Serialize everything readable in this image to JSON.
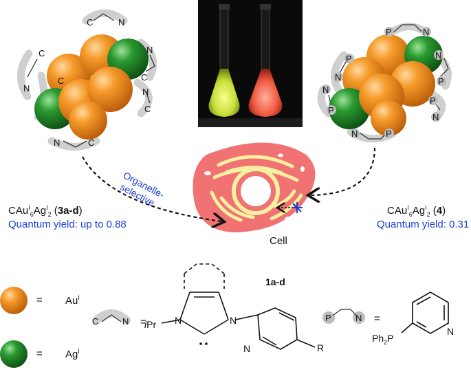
{
  "title_compound_a": {
    "formula_prefix": "CAu",
    "au_sup": "I",
    "au_sub": "6",
    "ag": "Ag",
    "ag_sup": "I",
    "ag_sub": "2",
    "id": "3a-d"
  },
  "title_compound_b": {
    "formula_prefix": "CAu",
    "au_sup": "I",
    "au_sub": "6",
    "ag": "Ag",
    "ag_sup": "I",
    "ag_sub": "2",
    "id": "4"
  },
  "quantum_yield_a": "Quantum yield: up to 0.88",
  "quantum_yield_b": "Quantum yield: 0.31",
  "organelle_line1": "Organelle-",
  "organelle_line2": "selective",
  "cell_label": "Cell",
  "ligand_label": "1a-d",
  "legend": {
    "au_label": "Au",
    "au_sup": "I",
    "ag_label": "Ag",
    "ag_sup": "I",
    "equals": "="
  },
  "atoms": {
    "C": "C",
    "N": "N",
    "P": "P"
  },
  "chem": {
    "ipr_i": "i",
    "ipr_rest": "Pr",
    "r_group": "R",
    "ph2p_ph": "Ph",
    "ph2p_sub": "2",
    "ph2p_p": "P"
  },
  "colors": {
    "gold": "#f08c1e",
    "silver": "#1e8a2a",
    "cell": "#f07070",
    "organelle": "#f7f0a0",
    "arc": "#cccccc",
    "blue_text": "#1a3fd8"
  }
}
